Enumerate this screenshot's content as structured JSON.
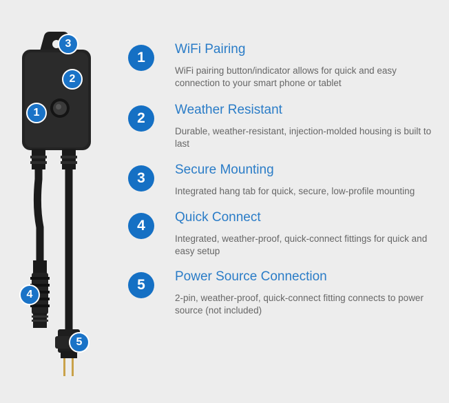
{
  "device_callouts": {
    "c1": "1",
    "c2": "2",
    "c3": "3",
    "c4": "4",
    "c5": "5"
  },
  "features": [
    {
      "number": "1",
      "title": "WiFi Pairing",
      "description": "WiFi pairing button/indicator allows for quick and easy connection to your smart phone or tablet"
    },
    {
      "number": "2",
      "title": "Weather Resistant",
      "description": "Durable, weather-resistant, injection-molded housing is built to last"
    },
    {
      "number": "3",
      "title": "Secure Mounting",
      "description": "Integrated hang tab for quick, secure, low-profile mounting"
    },
    {
      "number": "4",
      "title": "Quick Connect",
      "description": "Integrated, weather-proof, quick-connect fittings for quick and easy setup"
    },
    {
      "number": "5",
      "title": "Power Source Connection",
      "description": "2-pin, weather-proof, quick-connect fitting connects to power source (not included)"
    }
  ],
  "colors": {
    "background": "#ededed",
    "badge": "#1570c4",
    "title": "#2a7cc7",
    "description": "#666666"
  }
}
